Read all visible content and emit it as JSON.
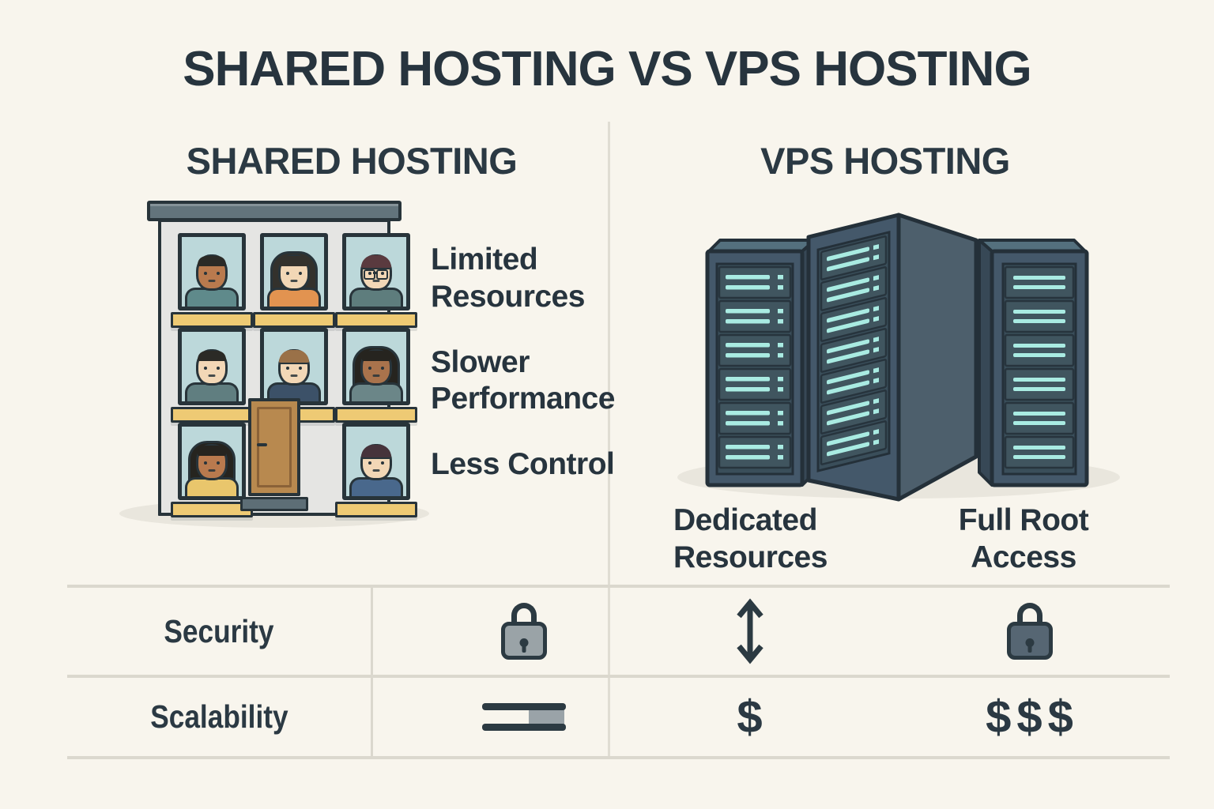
{
  "page": {
    "title": "SHARED HOSTING VS VPS HOSTING",
    "background_color": "#f8f5ed",
    "text_color": "#27343e",
    "divider_color": "#e0ddd3"
  },
  "shared": {
    "heading": "SHARED HOSTING",
    "features": [
      "Limited Resources",
      "Slower Performance",
      "Less Control"
    ],
    "building": {
      "wall_color": "#e5e5e3",
      "roof_color": "#63747c",
      "window_color": "#bcd8da",
      "sill_color": "#eeca74",
      "door_color": "#b8894f",
      "residents": [
        {
          "skin": "#b97a4e",
          "hair": "#2b2a26",
          "style": "fringe",
          "shirt": "#5f8a8b"
        },
        {
          "skin": "#f2d7b6",
          "hair": "#33312c",
          "style": "long",
          "shirt": "#e29350"
        },
        {
          "skin": "#f2d7b6",
          "hair": "#5a3a3f",
          "style": "cap",
          "shirt": "#5e7d7d",
          "glasses": true
        },
        {
          "skin": "#f2d7b6",
          "hair": "#2b2a26",
          "style": "fringe",
          "shirt": "#607e80"
        },
        {
          "skin": "#f2d7b6",
          "hair": "#9a7148",
          "style": "cap",
          "shirt": "#3c5168"
        },
        {
          "skin": "#a9734c",
          "hair": "#26241f",
          "style": "long",
          "shirt": "#6b8688"
        },
        {
          "skin": "#b97a4e",
          "hair": "#26241f",
          "style": "long",
          "shirt": "#e9c66c"
        },
        {
          "skin": "#f2d7b6",
          "hair": "#46333b",
          "style": "cap",
          "shirt": "#49688c"
        }
      ]
    }
  },
  "vps": {
    "heading": "VPS HOSTING",
    "labels": {
      "dedicated": "Dedicated Resources",
      "root": "Full Root Access"
    },
    "server_colors": {
      "body": "#44586a",
      "panel": "#3a4e5a",
      "stripe": "#a9ebe2",
      "outline": "#243039"
    }
  },
  "table": {
    "security": {
      "label": "Security",
      "icons": {
        "shared": "lock-icon",
        "dedicated": "up-down-arrow-icon",
        "root": "lock-icon"
      }
    },
    "scalability": {
      "label": "Scalability",
      "shared_icon": "meter-bars-icon",
      "dedicated_value": "$",
      "root_value": "$$$"
    }
  }
}
